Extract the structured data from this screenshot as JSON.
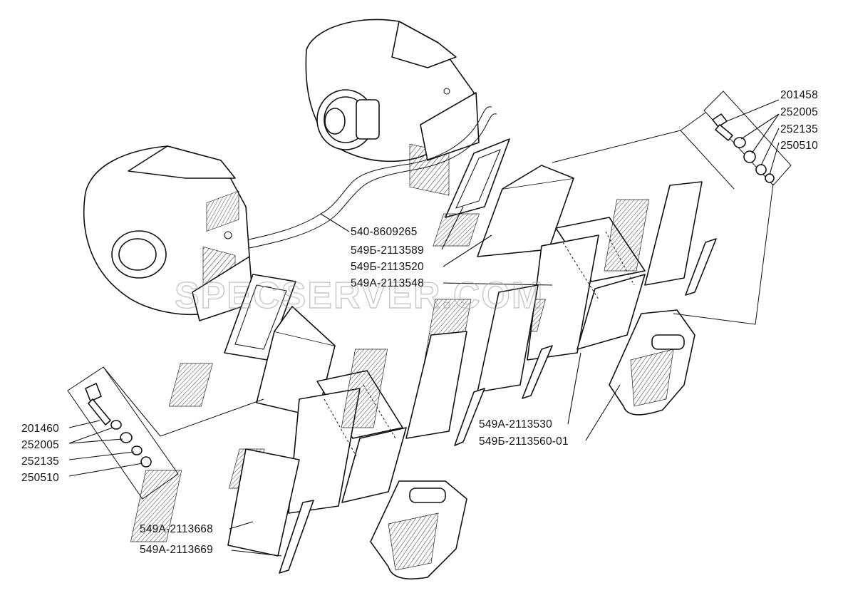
{
  "watermark": "SPECSERVER.COM",
  "labels": {
    "hose": "540-8609265",
    "gasket_top": "549Б-2113589",
    "duct_top": "549Б-2113520",
    "connector_top": "549А-2113548",
    "connector_right": "549А-2113530",
    "elbow_right": "549Б-2113560-01",
    "plate_bottom": "549А-2113668",
    "strip_bottom": "549А-2113669"
  },
  "fasteners_right": [
    "201458",
    "252005",
    "252135",
    "250510"
  ],
  "fasteners_left": [
    "201460",
    "252005",
    "252135",
    "250510"
  ]
}
